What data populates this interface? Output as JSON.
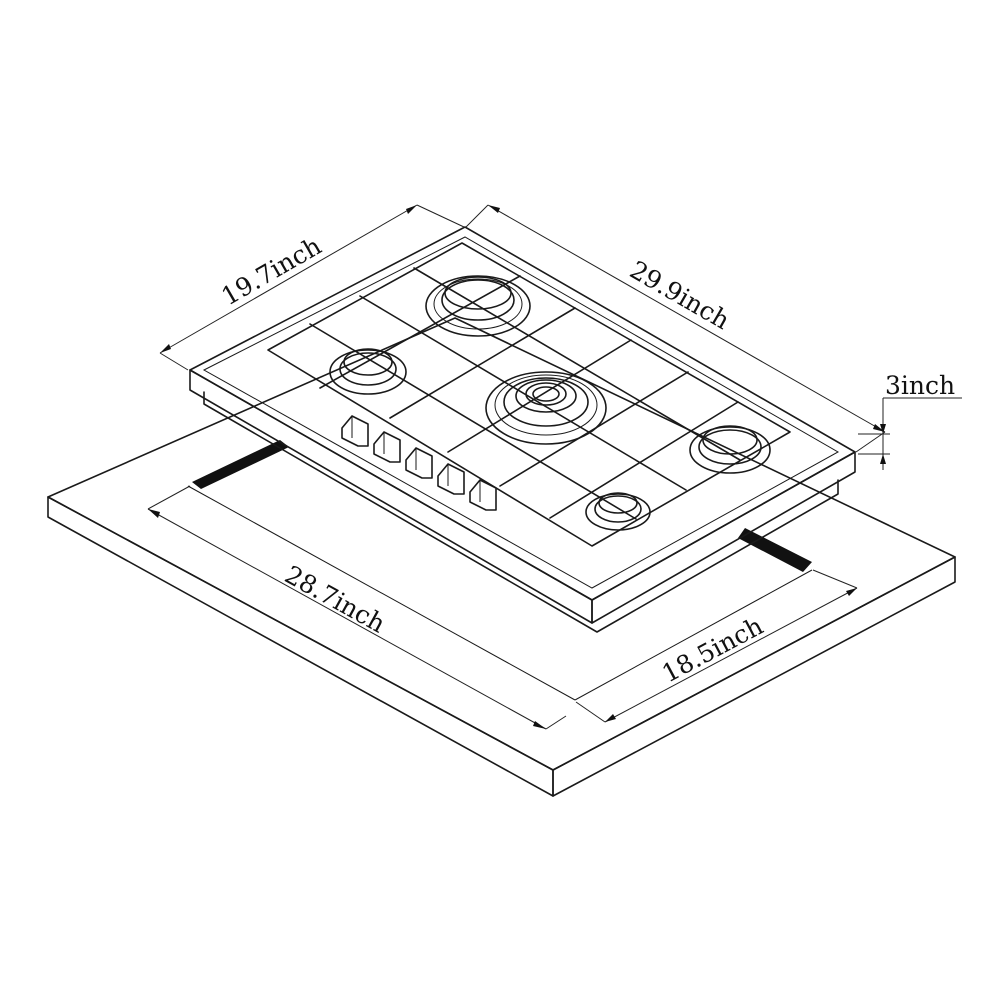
{
  "dimensions": {
    "depth": "19.7inch",
    "width": "29.9inch",
    "height": "3inch",
    "cutout_width": "28.7inch",
    "cutout_depth": "18.5inch"
  },
  "burner_count": 5,
  "knob_count": 5
}
